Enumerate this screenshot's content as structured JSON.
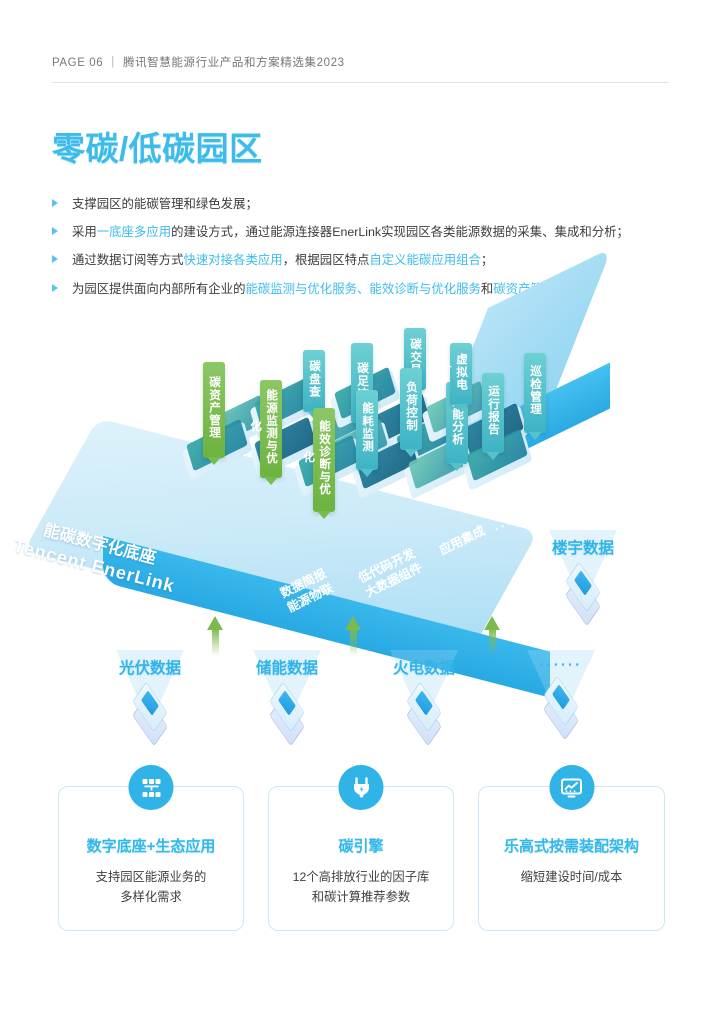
{
  "header": {
    "text": "PAGE 06 ｜ 腾讯智慧能源行业产品和方案精选集2023"
  },
  "title": "零碳/低碳园区",
  "accent_color": "#3dbcec",
  "bullets": [
    {
      "parts": [
        {
          "t": "支撑园区的能碳管理和绿色发展；",
          "hl": false
        }
      ]
    },
    {
      "parts": [
        {
          "t": "采用",
          "hl": false
        },
        {
          "t": "一底座多应用",
          "hl": true
        },
        {
          "t": "的建设方式，通过能源连接器EnerLink实现园区各类能源数据的采集、集成和分析；",
          "hl": false
        }
      ]
    },
    {
      "parts": [
        {
          "t": "通过数据订阅等方式",
          "hl": false
        },
        {
          "t": "快速对接各类应用",
          "hl": true
        },
        {
          "t": "，根据园区特点",
          "hl": false
        },
        {
          "t": "自定义能碳应用组合",
          "hl": true
        },
        {
          "t": "；",
          "hl": false
        }
      ]
    },
    {
      "parts": [
        {
          "t": "为园区提供面向内部所有企业的",
          "hl": false
        },
        {
          "t": "能碳监测与优化服务、能效诊断与优化服务",
          "hl": true
        },
        {
          "t": "和",
          "hl": false
        },
        {
          "t": "碳资产管理服务",
          "hl": true
        },
        {
          "t": "。",
          "hl": false
        }
      ]
    }
  ],
  "diagram": {
    "platform": {
      "brand_cn": "能碳数字化底座",
      "brand_en": "Tencent EnerLink",
      "segments": [
        {
          "line1": "数据简报",
          "line2": "能源物联"
        },
        {
          "line1": "低代码开发",
          "line2": "大数据组件"
        },
        {
          "line1": "应用集成",
          "line2": ""
        }
      ],
      "dots": "··· ···"
    },
    "pins": [
      {
        "label": "碳资产管理",
        "color": "green"
      },
      {
        "label": "能源监测与优化",
        "color": "green"
      },
      {
        "label": "碳盘查",
        "color": "teal"
      },
      {
        "label": "能效诊断与优化",
        "color": "green"
      },
      {
        "label": "碳足迹",
        "color": "teal"
      },
      {
        "label": "能耗监测",
        "color": "teal"
      },
      {
        "label": "碳交易",
        "color": "teal"
      },
      {
        "label": "负荷控制",
        "color": "teal"
      },
      {
        "label": "用能分析",
        "color": "teal"
      },
      {
        "label": "虚拟电厂",
        "color": "teal"
      },
      {
        "label": "运行报告",
        "color": "teal"
      },
      {
        "label": "巡检管理",
        "color": "teal"
      }
    ],
    "building_node": {
      "label": "楼宇数据"
    },
    "data_sources": [
      {
        "label": "光伏数据"
      },
      {
        "label": "储能数据"
      },
      {
        "label": "火电数据"
      },
      {
        "label": "······"
      }
    ]
  },
  "cards": [
    {
      "icon": "grid-blocks-icon",
      "title": "数字底座+生态应用",
      "desc_line1": "支持园区能源业务的",
      "desc_line2": "多样化需求"
    },
    {
      "icon": "power-plug-icon",
      "title": "碳引擎",
      "desc_line1": "12个高排放行业的因子库",
      "desc_line2": "和碳计算推荐参数"
    },
    {
      "icon": "chart-monitor-icon",
      "title": "乐高式按需装配架构",
      "desc_line1": "缩短建设时间/成本",
      "desc_line2": ""
    }
  ]
}
